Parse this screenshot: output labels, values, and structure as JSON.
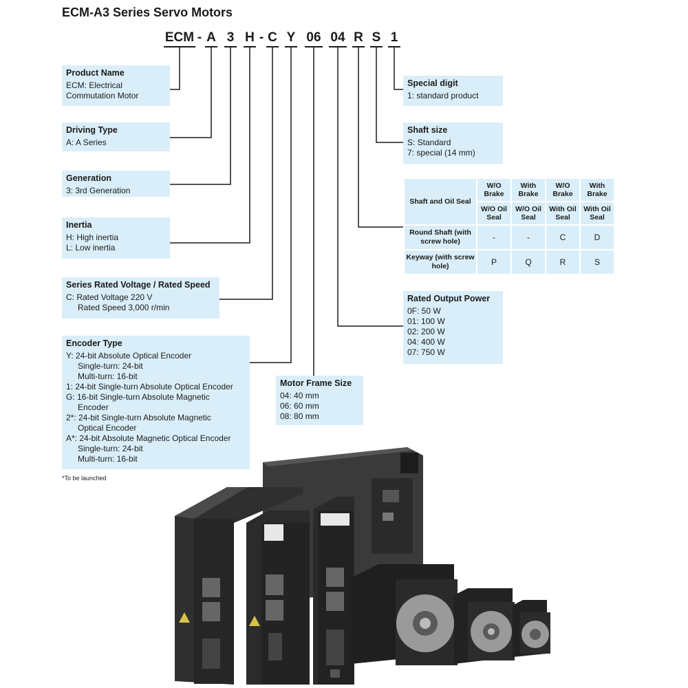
{
  "title": "ECM-A3 Series Servo Motors",
  "code_chars": [
    "ECM",
    "-",
    "A",
    "3",
    "H",
    "-",
    "C",
    "Y",
    "06",
    "04",
    "R",
    "S",
    "1"
  ],
  "boxes": {
    "product_name": {
      "title": "Product Name",
      "lines": [
        "ECM: Electrical",
        "Commutation Motor"
      ]
    },
    "driving_type": {
      "title": "Driving Type",
      "lines": [
        "A: A Series"
      ]
    },
    "generation": {
      "title": "Generation",
      "lines": [
        "3: 3rd Generation"
      ]
    },
    "inertia": {
      "title": "Inertia",
      "lines": [
        "H: High inertia",
        "L: Low inertia"
      ]
    },
    "voltage_speed": {
      "title": "Series Rated Voltage /  Rated Speed",
      "lines": [
        "C: Rated Voltage 220 V",
        "Rated Speed 3,000 r/min"
      ]
    },
    "encoder_type": {
      "title": "Encoder Type",
      "lines": [
        "Y: 24-bit Absolute Optical Encoder",
        "Single-turn: 24-bit",
        "Multi-turn: 16-bit",
        "1:  24-bit Single-turn Absolute Optical Encoder",
        "G: 16-bit Single-turn Absolute Magnetic",
        "Encoder",
        "2*: 24-bit Single-turn Absolute Magnetic",
        "Optical Encoder",
        "A*: 24-bit Absolute Magnetic Optical Encoder",
        "Single-turn: 24-bit",
        "Multi-turn: 16-bit"
      ]
    },
    "special_digit": {
      "title": "Special digit",
      "lines": [
        "1: standard product"
      ]
    },
    "shaft_size": {
      "title": "Shaft size",
      "lines": [
        "S: Standard",
        "7: special (14 mm)"
      ]
    },
    "rated_output_power": {
      "title": "Rated Output Power",
      "lines": [
        "0F: 50 W",
        "01: 100 W",
        "02: 200 W",
        "04: 400 W",
        "07: 750 W"
      ]
    },
    "motor_frame_size": {
      "title": "Motor Frame Size",
      "lines": [
        "04: 40 mm",
        "06: 60 mm",
        "08: 80 mm"
      ]
    }
  },
  "shaft_table": {
    "corner": "Shaft and Oil Seal",
    "brake_headers": [
      "W/O Brake",
      "With Brake",
      "W/O Brake",
      "With Brake"
    ],
    "seal_headers": [
      "W/O Oil Seal",
      "W/O Oil Seal",
      "With Oil Seal",
      "With Oil Seal"
    ],
    "rows": [
      {
        "label": "Round Shaft (with screw hole)",
        "values": [
          "-",
          "-",
          "C",
          "D"
        ]
      },
      {
        "label": "Keyway (with screw hole)",
        "values": [
          "P",
          "Q",
          "R",
          "S"
        ]
      }
    ]
  },
  "footnote": "*To be launched",
  "colors": {
    "box_bg": "#d9eef8",
    "line": "#1a1a1a",
    "device_body": "#2b2b2b"
  }
}
